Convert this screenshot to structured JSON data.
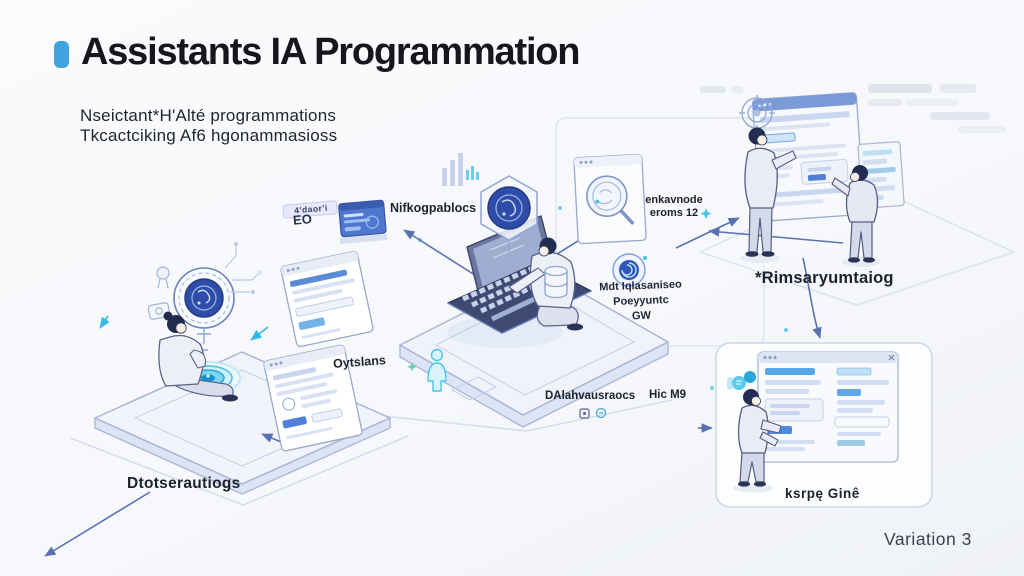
{
  "slide": {
    "title": "Assistants IA Programmation",
    "subtitle_line1": "Nseictant*H'Alté programmations",
    "subtitle_line2": "Tkcactciking Af6 hgonammasioss",
    "footer": "Variation 3"
  },
  "labels": {
    "mini_tag": "4'daor'i",
    "mini_tag_bold": "EO",
    "top_center_note": "Nifkogpablocs",
    "search_note_1": "enkavnode",
    "search_note_2": "eroms 12",
    "center_note_1": "Mdt Iqlasaniseo",
    "center_note_2": "Poeyyuntc",
    "center_note_3": "GW",
    "right_note": "*Rimsaryumtaiog",
    "platform_note": "Oytslans",
    "flow_note_1": "DAlahvausraocs",
    "flow_note_2": "Hic M9",
    "left_caption": "Dtotserautiogs",
    "panel_caption": "ksrpę Ginê"
  },
  "colors": {
    "accent": "#3fa3de",
    "glow_cyan": "#2bb8e8",
    "deep_blue": "#2e4da8",
    "arrow_blue": "#5872b0",
    "ink": "#1d212d"
  },
  "icons": {
    "title_bullet": "rounded-rect",
    "ai_brain": "circuit-circle",
    "hexagon_chip": "hexagon-circle",
    "magnifier": "search-glass",
    "database": "cylinder",
    "swirl": "spiral-target",
    "chat_bubbles": "cyan-bubbles"
  }
}
